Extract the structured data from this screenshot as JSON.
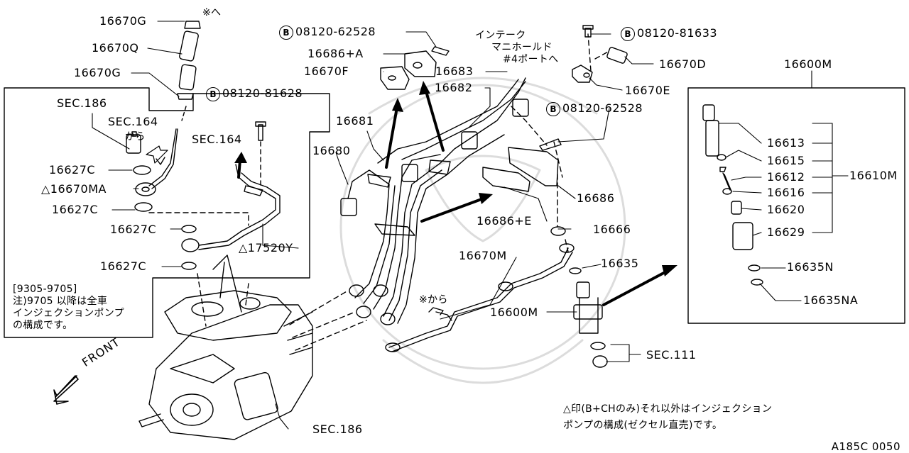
{
  "labels": {
    "p16670G_top": "16670G",
    "kome_he": "※へ",
    "p16670Q": "16670Q",
    "p16670G_mid": "16670G",
    "sec186_top": "SEC.186",
    "sec164_kara_1": "SEC.164",
    "sec164_kara_2": "から",
    "p16627C_1": "16627C",
    "p16670MA": "△16670MA",
    "p16627C_2": "16627C",
    "p16627C_3": "16627C",
    "p16627C_4": "16627C",
    "p17520Y": "△17520Y",
    "sec164_arrow": "SEC.164",
    "p16686A": "16686+A",
    "p16670F": "16670F",
    "p16683": "16683",
    "p16682": "16682",
    "p16681": "16681",
    "p16680": "16680",
    "p16686E": "16686+E",
    "p16686": "16686",
    "p16666": "16666",
    "p16670M": "16670M",
    "p16635": "16635",
    "kome_kara": "※から",
    "p16600M_mid": "16600M",
    "sec111": "SEC.111",
    "sec186_bottom": "SEC.186",
    "intake_1": "インテーク",
    "intake_2": "マニホールド",
    "intake_3": "#4ポートへ",
    "p16670D": "16670D",
    "p16670E": "16670E",
    "p16600M_top": "16600M",
    "p16613": "16613",
    "p16615": "16615",
    "p16612": "16612",
    "p16610M": "16610M",
    "p16616": "16616",
    "p16620": "16620",
    "p16629": "16629",
    "p16635N": "16635N",
    "p16635NA": "16635NA",
    "front": "FRONT",
    "ref_code": "A185C 0050"
  },
  "bolts": {
    "b1": {
      "letter": "B",
      "code": "08120-62528"
    },
    "b2": {
      "letter": "B",
      "code": "08120-81628"
    },
    "b3": {
      "letter": "B",
      "code": "08120-81633"
    },
    "b4": {
      "letter": "B",
      "code": "08120-62528"
    }
  },
  "notes": {
    "period_1": "[9305-9705]",
    "period_2": "注)9705 以降は全車",
    "period_3": "インジェクションポンプ",
    "period_4": "の構成です。",
    "bottom_1": "△印(B+CHのみ)それ以外はインジェクション",
    "bottom_2": "ポンプの構成(ゼクセル直売)です。"
  }
}
